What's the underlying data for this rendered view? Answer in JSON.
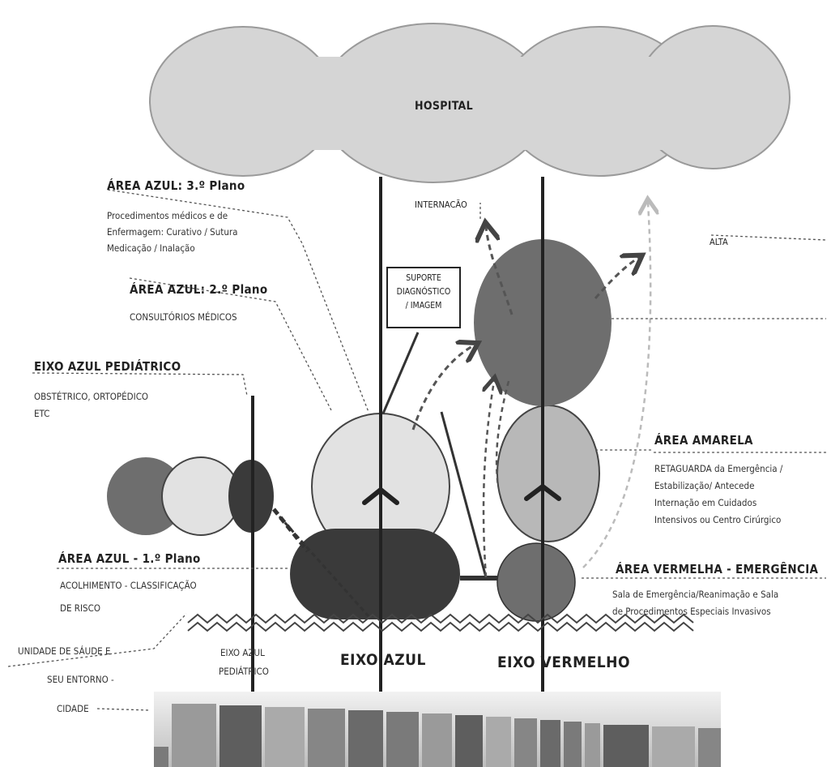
{
  "hospital": "HOSPITAL",
  "flows": {
    "internacao": "INTERNACÃO",
    "alta": "ALTA"
  },
  "suporte": {
    "line1": "SUPORTE",
    "line2": "DIAGNÓSTICO",
    "line3": "/ IMAGEM"
  },
  "area_azul_3": {
    "title": "ÁREA AZUL: 3.º Plano",
    "lines": [
      "Procedimentos médicos e de",
      "Enfermagem: Curativo / Sutura",
      "Medicação / Inalação"
    ]
  },
  "area_azul_2": {
    "title": "ÁREA AZUL: 2.º Plano",
    "lines": [
      "CONSULTÓRIOS MÉDICOS"
    ]
  },
  "eixo_azul_pediatrico": {
    "title": "EIXO AZUL PEDIÁTRICO",
    "lines": [
      "OBSTÉTRICO, ORTOPÉDICO",
      "ETC"
    ]
  },
  "area_azul_1": {
    "title": "ÁREA AZUL - 1.º Plano",
    "lines": [
      "ACOLHIMENTO - CLASSIFICAÇÃO",
      "DE RISCO"
    ]
  },
  "area_amarela": {
    "title": "ÁREA AMARELA",
    "lines": [
      "RETAGUARDA da Emergência /",
      "Estabilização/ Antecede",
      "Internação em Cuidados",
      "Intensivos ou Centro Cirúrgico"
    ]
  },
  "area_vermelha": {
    "title": "ÁREA VERMELHA - EMERGÊNCIA",
    "lines": [
      "Sala de Emergência/Reanimação e Sala",
      "de Procedimentos Especiais Invasivos"
    ]
  },
  "bottom": {
    "unidade": [
      "UNIDADE DE SÁUDE E",
      "SEU ENTORNO -",
      "CIDADE"
    ],
    "eixo_azul_pediatrico": [
      "EIXO AZUL",
      "PEDIÁTRICO"
    ],
    "eixo_azul": "EIXO AZUL",
    "eixo_vermelho": "EIXO VERMELHO"
  },
  "colors": {
    "dark": "#3a3a3a",
    "mid": "#6e6e6e",
    "light": "#b8b8b8",
    "pale": "#e2e2e2",
    "cloud": "#d5d5d5"
  }
}
